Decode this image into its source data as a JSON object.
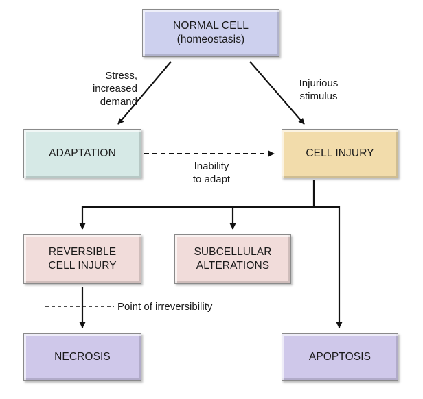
{
  "nodes": {
    "normal_cell": {
      "line1": "NORMAL CELL",
      "line2": "(homeostasis)",
      "color": "#cdd0ee"
    },
    "adaptation": {
      "line1": "ADAPTATION",
      "color": "#d6e9e6"
    },
    "cell_injury": {
      "line1": "CELL INJURY",
      "color": "#f2dcab"
    },
    "reversible": {
      "line1": "REVERSIBLE",
      "line2": "CELL INJURY",
      "color": "#f1dcda"
    },
    "subcellular": {
      "line1": "SUBCELLULAR",
      "line2": "ALTERATIONS",
      "color": "#f1dcda"
    },
    "necrosis": {
      "line1": "NECROSIS",
      "color": "#cfc8ea"
    },
    "apoptosis": {
      "line1": "APOPTOSIS",
      "color": "#cfc8ea"
    }
  },
  "edge_labels": {
    "stress": {
      "line1": "Stress,",
      "line2": "increased",
      "line3": "demand"
    },
    "injurious": {
      "line1": "Injurious",
      "line2": "stimulus"
    },
    "inability": {
      "line1": "Inability",
      "line2": "to adapt"
    },
    "irreversibility": "Point of irreversibility"
  }
}
